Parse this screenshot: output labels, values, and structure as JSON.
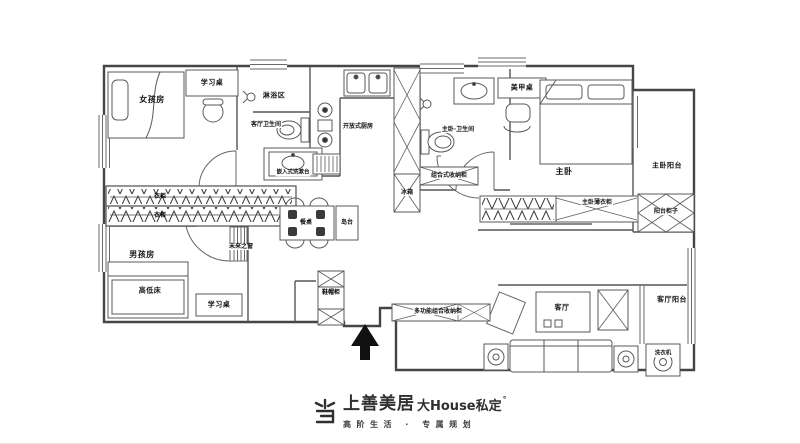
{
  "colors": {
    "wall": "#4a4a4a",
    "furniture_line": "#5a5a5a",
    "text": "#151515",
    "north_arrow": "#111111",
    "logo": "#2f2f2f"
  },
  "labels": {
    "girl_room": "女孩房",
    "study_desk_top": "学习桌",
    "shower_area": "淋浴区",
    "living_bathroom": "客厅卫生间",
    "embedded_basin": "嵌入式洗漱台",
    "open_kitchen": "开放式厨房",
    "master_bathroom": "主卧·卫生间",
    "nail_desk": "美甲桌",
    "master_bedroom": "主卧",
    "master_balcony": "主卧阳台",
    "balcony_cabinet": "阳台柜子",
    "master_wardrobe": "主卧薄衣柜",
    "wardrobe_left_top": "衣柜",
    "wardrobe_left_bottom": "衣柜",
    "boy_room": "男孩房",
    "bunk_bed": "高低床",
    "study_desk_bottom": "学习桌",
    "future_window": "未来之窗",
    "dining_table": "餐桌",
    "island": "岛台",
    "fridge": "冰箱",
    "combo_storage": "组合式收纳柜",
    "shoe_cabinet": "鞋帽柜",
    "multi_storage": "多功能组合收纳柜",
    "living_room": "客厅",
    "living_balcony": "客厅阳台",
    "washing_machine": "洗衣机"
  },
  "logo": {
    "brand": "上善美居",
    "suffix": "大House私定",
    "degree": "°",
    "tagline": "高阶生活 · 专属规划"
  }
}
